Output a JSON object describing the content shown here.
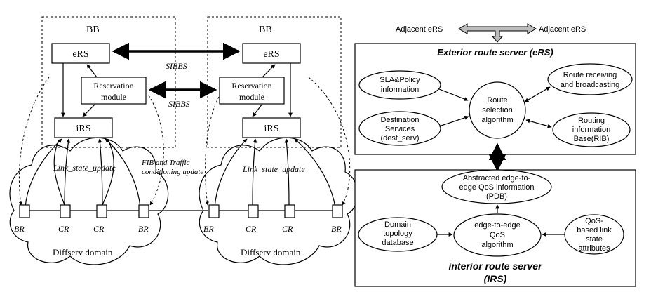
{
  "left": {
    "bb_left": "BB",
    "bb_right": "BB",
    "ers": "eRS",
    "irs": "iRS",
    "reservation_line1": "Reservation",
    "reservation_line2": "module",
    "sibbs_top": "SIBBS",
    "sibbs_mid": "SIBBS",
    "link_state_left": "Link_state_update",
    "link_state_right": "Link_state_update",
    "fib_line1": "FIB and Traffic",
    "fib_line2": "conditioning update",
    "br": "BR",
    "cr": "CR",
    "diffserv": "Diffserv domain"
  },
  "right": {
    "adjacent_left": "Adjacent eRS",
    "adjacent_right": "Adjacent eRS",
    "ers_title": "Exterior route server (eRS)",
    "sla_line1": "SLA&Policy",
    "sla_line2": "information",
    "dest_line1": "Destination",
    "dest_line2": "Services",
    "dest_line3": "(dest_serv)",
    "route_sel_line1": "Route",
    "route_sel_line2": "selection",
    "route_sel_line3": "algorithm",
    "route_recv_line1": "Route receiving",
    "route_recv_line2": "and broadcasting",
    "rib_line1": "Routing",
    "rib_line2": "information",
    "rib_line3": "Base(RIB)",
    "pdb_line1": "Abstracted edge-to-",
    "pdb_line2": "edge QoS information",
    "pdb_line3": "(PDB)",
    "topo_line1": "Domain",
    "topo_line2": "topology",
    "topo_line3": "database",
    "e2e_line1": "edge-to-edge",
    "e2e_line2": "QoS",
    "e2e_line3": "algorithm",
    "qos_line1": "QoS-",
    "qos_line2": "based link",
    "qos_line3": "state",
    "qos_line4": "attributes",
    "irs_title_line1": "interior route server",
    "irs_title_line2": "(IRS)"
  }
}
